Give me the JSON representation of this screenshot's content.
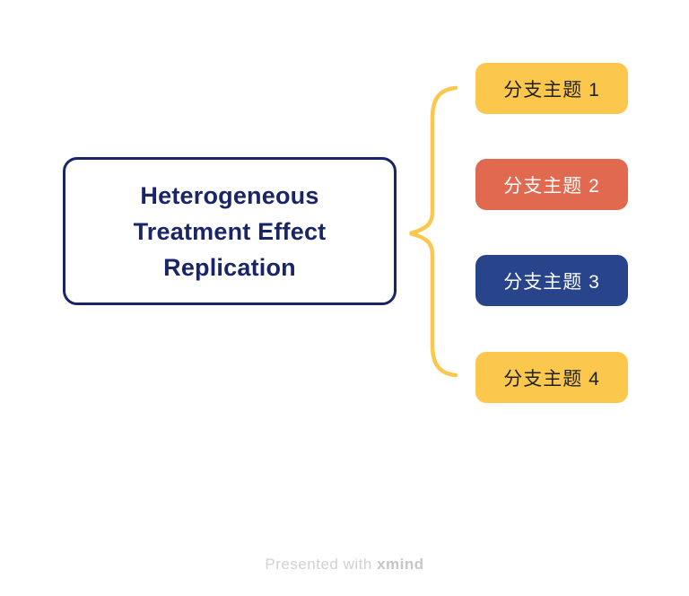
{
  "canvas": {
    "background_color": "#ffffff"
  },
  "central_topic": {
    "label": "Heterogeneous Treatment Effect Replication",
    "text_color": "#1a2565",
    "border_color": "#1a2565",
    "fill_color": "#ffffff"
  },
  "connector": {
    "type": "curly-brace",
    "color": "#fbc84d"
  },
  "branches": [
    {
      "label": "分支主题 1",
      "bg": "#fbc84d",
      "text_color": "#1f1f1f"
    },
    {
      "label": "分支主题 2",
      "bg": "#e0694f",
      "text_color": "#ffffff"
    },
    {
      "label": "分支主题 3",
      "bg": "#28448a",
      "text_color": "#ffffff"
    },
    {
      "label": "分支主题 4",
      "bg": "#fbc84d",
      "text_color": "#1f1f1f"
    }
  ],
  "watermark": {
    "prefix": "Presented with ",
    "brand": "xmind",
    "prefix_color": "#d2d2d2",
    "brand_color": "#c6c6c6"
  }
}
